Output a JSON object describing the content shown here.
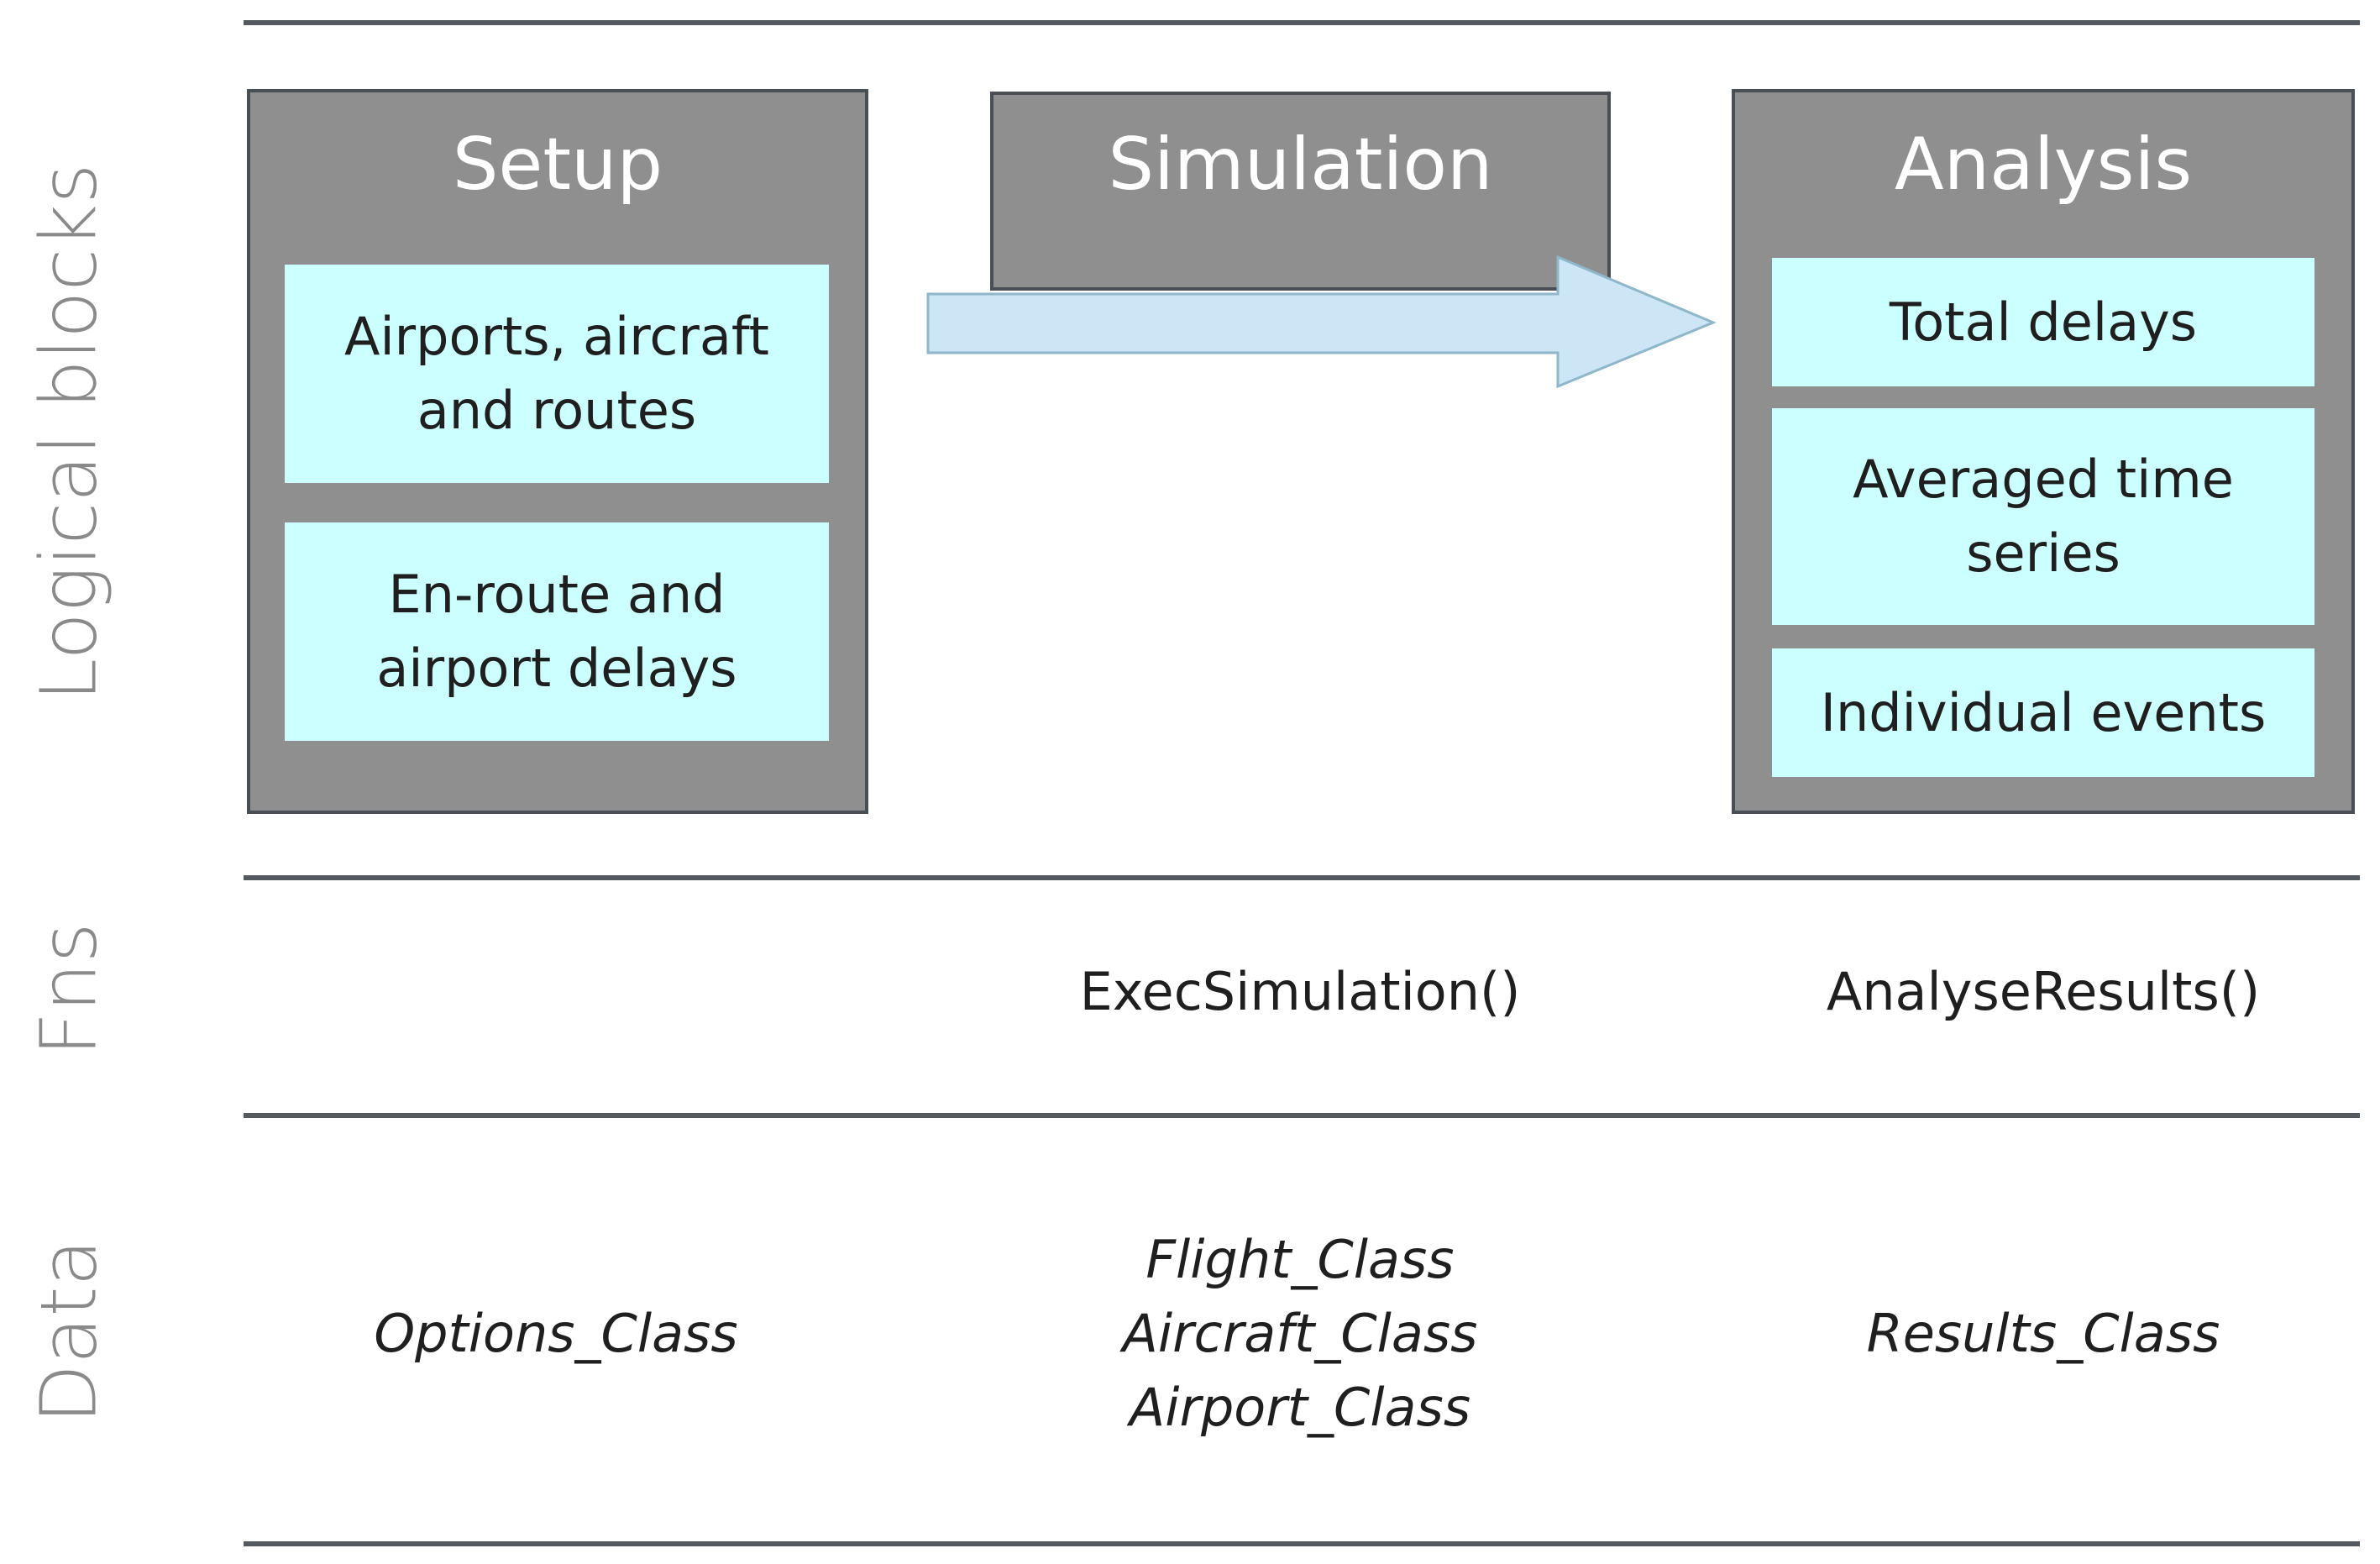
{
  "row_labels": {
    "logical_blocks": "Logical blocks",
    "fns": "Fns",
    "data": "Data"
  },
  "blocks": {
    "setup": {
      "title": "Setup",
      "items": [
        "Airports, aircraft\nand routes",
        "En-route and\nairport delays"
      ]
    },
    "simulation": {
      "title": "Simulation"
    },
    "analysis": {
      "title": "Analysis",
      "items": [
        "Total delays",
        "Averaged time\nseries",
        "Individual events"
      ]
    }
  },
  "functions": {
    "simulation": "ExecSimulation()",
    "analysis": "AnalyseResults()"
  },
  "data_classes": {
    "setup": [
      "Options_Class"
    ],
    "simulation": [
      "Flight_Class",
      "Aircraft_Class",
      "Airport_Class"
    ],
    "analysis": [
      "Results_Class"
    ]
  },
  "colors": {
    "block_fill": "#8f8f8f",
    "block_border": "#4a4f55",
    "sub_fill": "#ccffff",
    "arrow_fill": "#cce6f5",
    "arrow_stroke": "#8fb6c9",
    "rule": "#545960",
    "label": "#8a8a8a"
  }
}
